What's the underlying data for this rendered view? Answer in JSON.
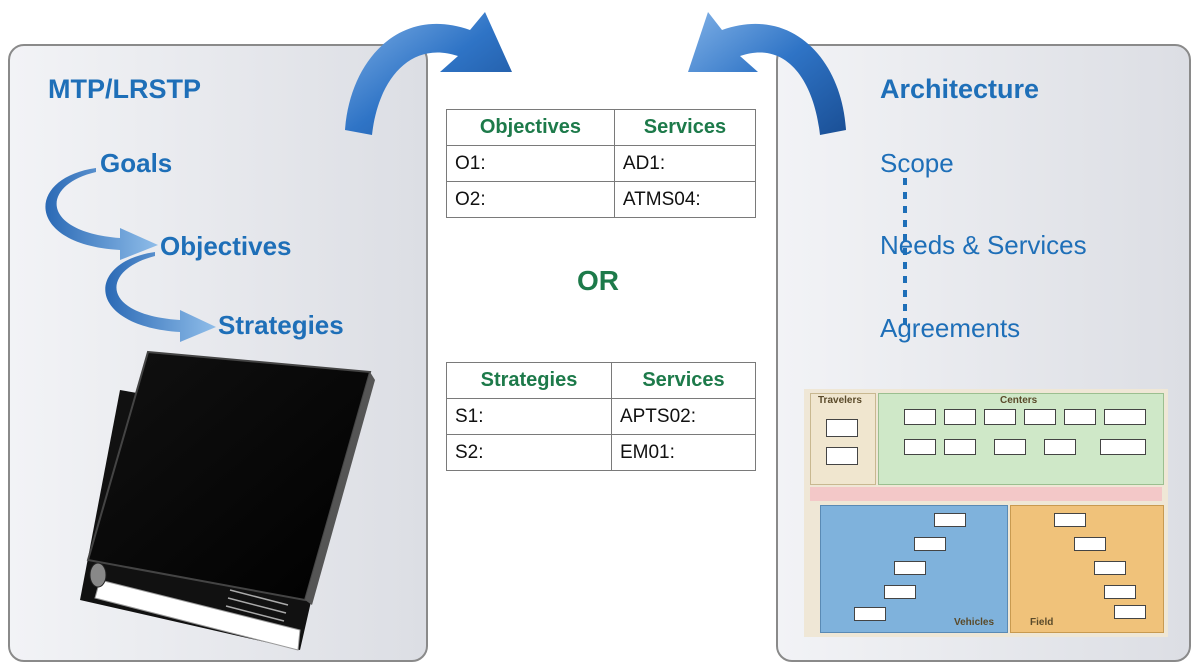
{
  "left_panel": {
    "title": "MTP/LRSTP",
    "flow_items": [
      "Goals",
      "Objectives",
      "Strategies"
    ],
    "image": "black-binder-icon"
  },
  "center": {
    "table1": {
      "headers": [
        "Objectives",
        "Services"
      ],
      "rows": [
        [
          "O1:",
          "AD1:"
        ],
        [
          "O2:",
          "ATMS04:"
        ]
      ]
    },
    "or_label": "OR",
    "table2": {
      "headers": [
        "Strategies",
        "Services"
      ],
      "rows": [
        [
          "S1:",
          "APTS02:"
        ],
        [
          "S2:",
          "EM01:"
        ]
      ]
    }
  },
  "right_panel": {
    "title": "Architecture",
    "items": [
      "Scope",
      "Needs & Services",
      "Agreements"
    ],
    "image": {
      "zones": [
        "Travelers",
        "Centers",
        "Vehicles",
        "Field"
      ]
    }
  },
  "colors": {
    "accent_blue": "#1e6fb8",
    "green": "#1d7a4a"
  }
}
